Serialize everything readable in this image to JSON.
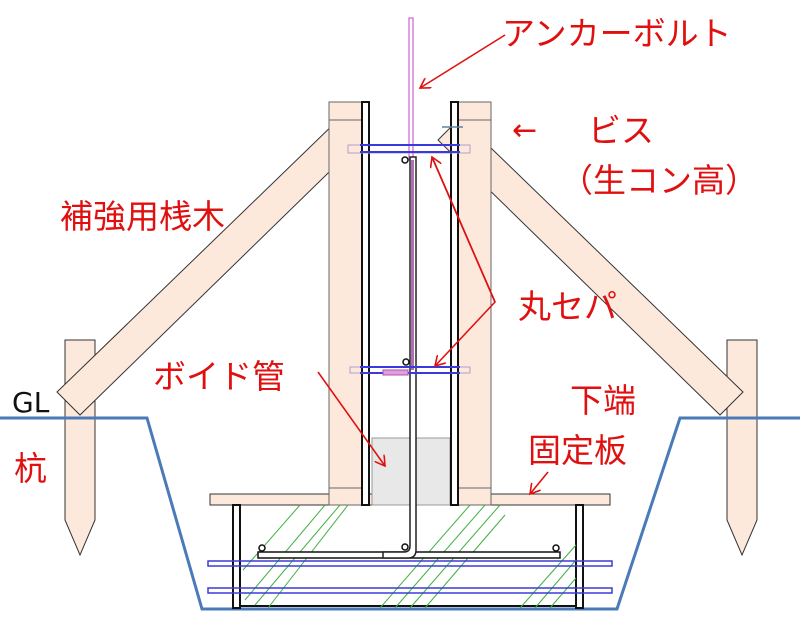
{
  "labels": {
    "anchor_bolt": "アンカーボルト",
    "screw": "ビス",
    "screw_arrow": "←",
    "concrete_height": "（生コン高）",
    "brace": "補強用桟木",
    "round_separator": "丸セパ",
    "void_pipe": "ボイド管",
    "bottom_fix_1": "下端",
    "bottom_fix_2": "固定板",
    "gl": "GL",
    "pile": "杭"
  },
  "colors": {
    "label": "#e01010",
    "wood": "#fde9dc",
    "ground": "#4a7ab8",
    "separator": "#3a3adc",
    "anchor": "#d060d0",
    "hatch": "#40b040",
    "void": "#e8e8e8"
  }
}
